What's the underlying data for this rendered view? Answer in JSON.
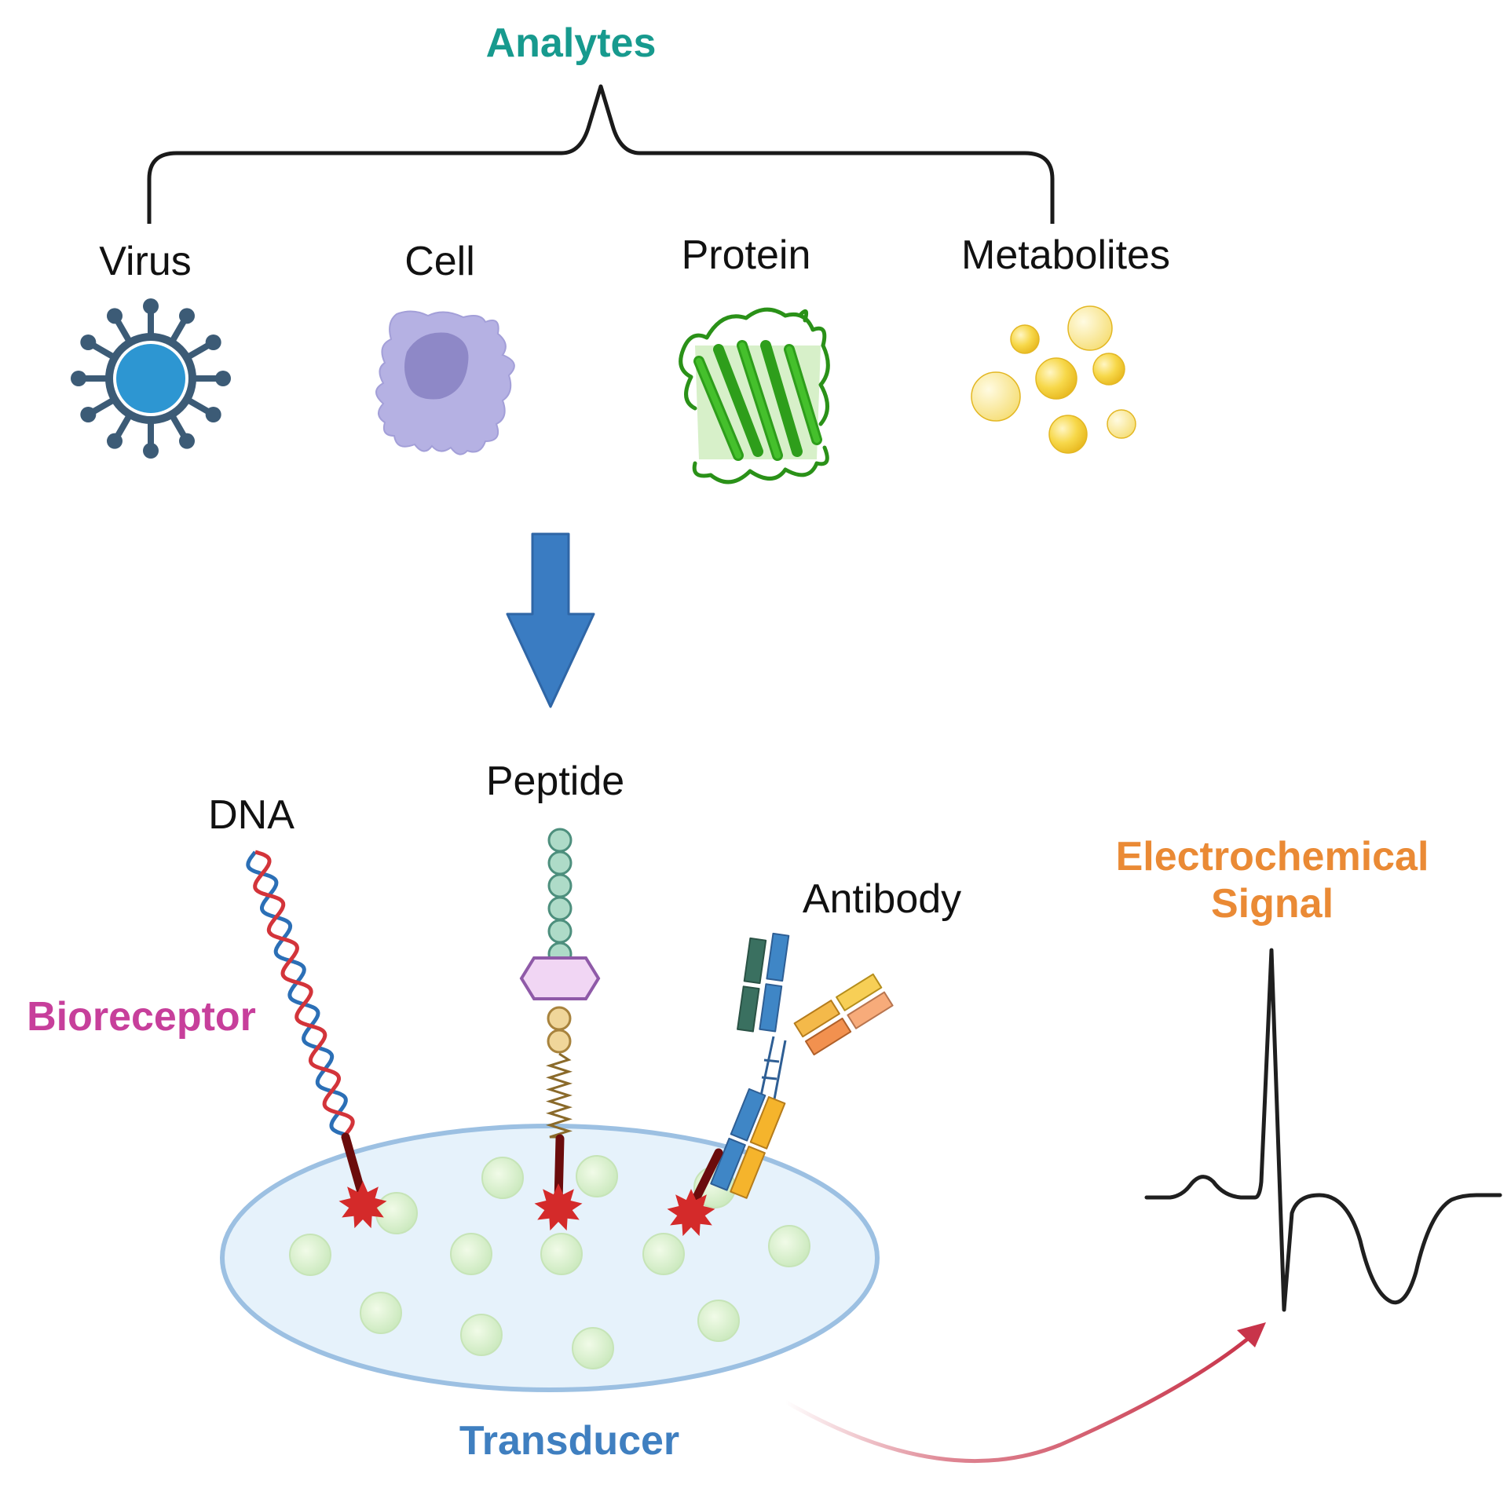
{
  "title": "Analytes",
  "analytes": [
    {
      "label": "Virus",
      "icon": "virus-icon"
    },
    {
      "label": "Cell",
      "icon": "cell-icon"
    },
    {
      "label": "Protein",
      "icon": "protein-icon"
    },
    {
      "label": "Metabolites",
      "icon": "metabolites-icon"
    }
  ],
  "bioreceptor_label": "Bioreceptor",
  "receptors": {
    "dna": "DNA",
    "peptide": "Peptide",
    "antibody": "Antibody"
  },
  "transducer_label": "Transducer",
  "signal_label": [
    "Electrochemical",
    "Signal"
  ],
  "colors": {
    "analytes": "#179a8e",
    "bioreceptor": "#c73f9b",
    "transducer": "#3f7fc0",
    "signal": "#ea8a35",
    "flow_arrow": "#3a7cc2",
    "signal_arrow": "#c8344a",
    "anchor": "#d42a2a"
  }
}
